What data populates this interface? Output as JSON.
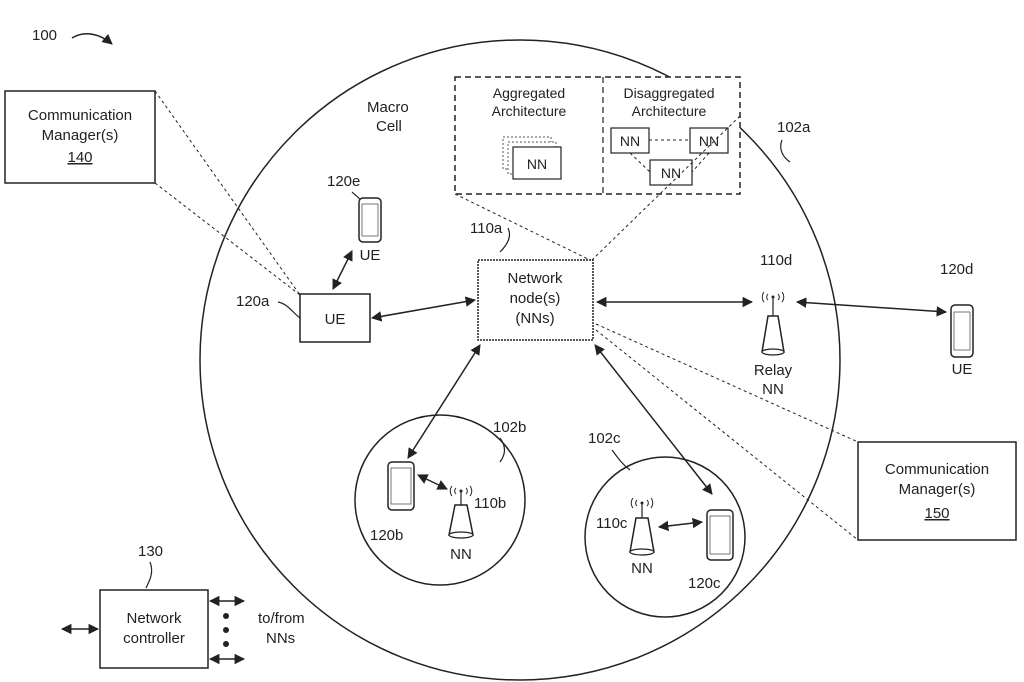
{
  "figure_number": "100",
  "macro_cell": {
    "label_line1": "Macro",
    "label_line2": "Cell",
    "ref": "102a"
  },
  "architecture": {
    "aggregated": {
      "line1": "Aggregated",
      "line2": "Architecture",
      "node": "NN"
    },
    "disaggregated": {
      "line1": "Disaggregated",
      "line2": "Architecture",
      "nodes": [
        "NN",
        "NN",
        "NN"
      ]
    }
  },
  "comm_manager_140": {
    "line1": "Communication",
    "line2": "Manager(s)",
    "ref": "140"
  },
  "comm_manager_150": {
    "line1": "Communication",
    "line2": "Manager(s)",
    "ref": "150"
  },
  "network_node": {
    "ref": "110a",
    "line1": "Network",
    "line2": "node(s)",
    "line3": "(NNs)"
  },
  "ue_120a": {
    "ref": "120a",
    "label": "UE"
  },
  "ue_120e": {
    "ref": "120e",
    "label": "UE"
  },
  "ue_120d": {
    "ref": "120d",
    "label": "UE"
  },
  "relay": {
    "ref": "110d",
    "line1": "Relay",
    "line2": "NN"
  },
  "small_cell_b": {
    "ref": "102b",
    "ue_ref": "120b",
    "nn_ref": "110b",
    "nn_label": "NN"
  },
  "small_cell_c": {
    "ref": "102c",
    "ue_ref": "120c",
    "nn_ref": "110c",
    "nn_label": "NN"
  },
  "network_controller": {
    "ref": "130",
    "line1": "Network",
    "line2": "controller",
    "tofrom_line1": "to/from",
    "tofrom_line2": "NNs"
  }
}
